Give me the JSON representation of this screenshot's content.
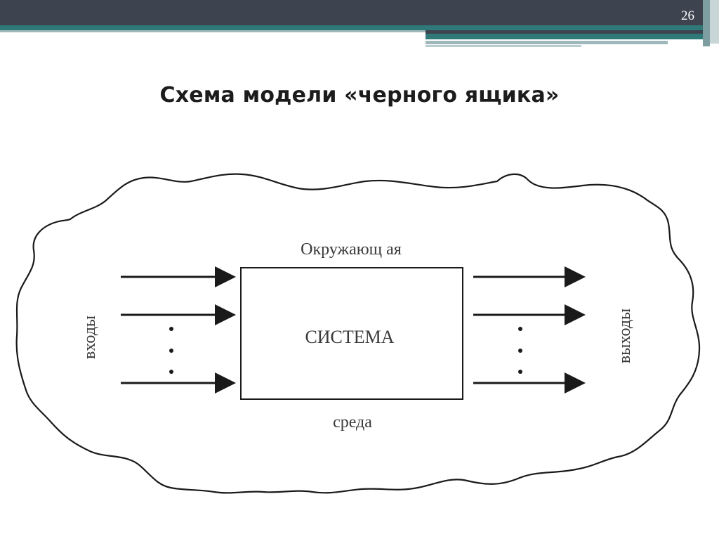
{
  "slide": {
    "page_number": "26",
    "title": "Схема модели «черного ящика»"
  },
  "diagram": {
    "environment_label_top": "Окружающ ая",
    "environment_label_bottom": "среда",
    "system_label": "СИСТЕМА",
    "inputs_label": "входы",
    "outputs_label": "выходы"
  },
  "colors": {
    "header_dark": "#3d4450",
    "header_teal": "#2f7a78",
    "header_light": "#9fb8bc",
    "line": "#1a1a1a"
  }
}
